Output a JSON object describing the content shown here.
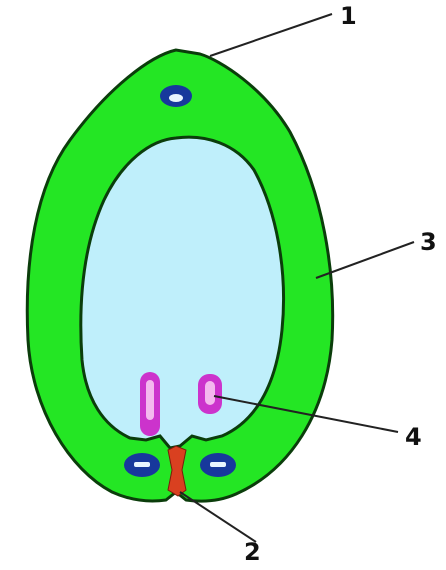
{
  "callouts": {
    "one": "1",
    "two": "2",
    "three": "3",
    "four": "4"
  },
  "colors": {
    "background": "#ffffff",
    "outer_layer": "#24e624",
    "outline": "#0b3d0b",
    "inner_cavity": "#bfeffb",
    "cell_blue": "#17389c",
    "cell_highlight": "#e8f4ff",
    "cell_magenta": "#cc33cc",
    "cell_pink": "#f4b8ee",
    "plug_red": "#d94020"
  }
}
